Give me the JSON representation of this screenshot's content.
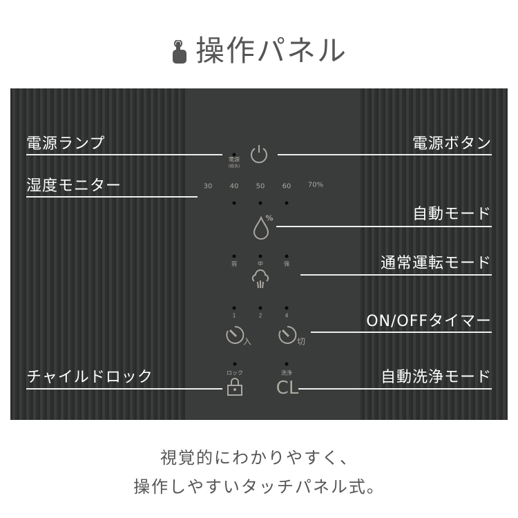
{
  "title": "操作パネル",
  "labels": {
    "power_lamp": "電源ランプ",
    "humidity_monitor": "湿度モニター",
    "power_button": "電源ボタン",
    "auto_mode": "自動モード",
    "normal_mode": "通常運転モード",
    "timer": "ON/OFFタイマー",
    "child_lock": "チャイルドロック",
    "auto_clean": "自動洗浄モード"
  },
  "panel": {
    "power_led": "電源",
    "power_led_sub": "(給水)",
    "humidity": [
      "30",
      "40",
      "50",
      "60",
      "70%"
    ],
    "drop_badge": "%",
    "levels": [
      "弱",
      "中",
      "強"
    ],
    "timer_hours": [
      "1",
      "2",
      "4"
    ],
    "timer_on": "入",
    "timer_off": "切",
    "lock": "ロック",
    "clean": "洗浄",
    "clean_icon": "CL"
  },
  "footer": [
    "視覚的にわかりやすく、",
    "操作しやすいタッチパネル式。"
  ]
}
